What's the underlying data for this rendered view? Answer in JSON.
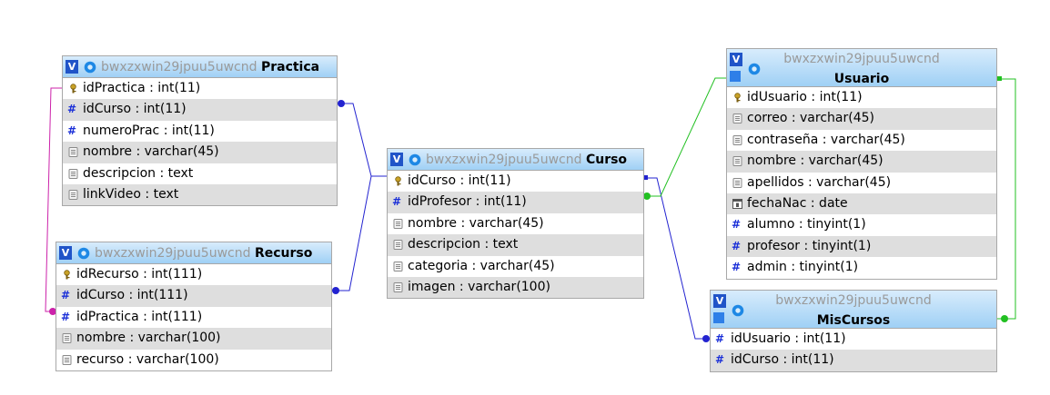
{
  "db_name": "bwxzxwin29jpuu5uwcnd",
  "header_button_label": "V",
  "tables": {
    "practica": {
      "name": "Practica",
      "columns": [
        {
          "icon": "key-icon",
          "text": "idPractica : int(11)"
        },
        {
          "icon": "hash-icon",
          "text": "idCurso : int(11)"
        },
        {
          "icon": "hash-icon",
          "text": "numeroPrac : int(11)"
        },
        {
          "icon": "text-icon",
          "text": "nombre : varchar(45)"
        },
        {
          "icon": "text-icon",
          "text": "descripcion : text"
        },
        {
          "icon": "text-icon",
          "text": "linkVideo : text"
        }
      ]
    },
    "recurso": {
      "name": "Recurso",
      "columns": [
        {
          "icon": "key-icon",
          "text": "idRecurso : int(111)"
        },
        {
          "icon": "hash-icon",
          "text": "idCurso : int(111)"
        },
        {
          "icon": "hash-icon",
          "text": "idPractica : int(111)"
        },
        {
          "icon": "text-icon",
          "text": "nombre : varchar(100)"
        },
        {
          "icon": "text-icon",
          "text": "recurso : varchar(100)"
        }
      ]
    },
    "curso": {
      "name": "Curso",
      "columns": [
        {
          "icon": "key-icon",
          "text": "idCurso : int(11)"
        },
        {
          "icon": "hash-icon",
          "text": "idProfesor : int(11)"
        },
        {
          "icon": "text-icon",
          "text": "nombre : varchar(45)"
        },
        {
          "icon": "text-icon",
          "text": "descripcion : text"
        },
        {
          "icon": "text-icon",
          "text": "categoria : varchar(45)"
        },
        {
          "icon": "text-icon",
          "text": "imagen : varchar(100)"
        }
      ]
    },
    "usuario": {
      "name": "Usuario",
      "columns": [
        {
          "icon": "key-icon",
          "text": "idUsuario : int(11)"
        },
        {
          "icon": "text-icon",
          "text": "correo : varchar(45)"
        },
        {
          "icon": "text-icon",
          "text": "contraseña : varchar(45)"
        },
        {
          "icon": "text-icon",
          "text": "nombre : varchar(45)"
        },
        {
          "icon": "text-icon",
          "text": "apellidos : varchar(45)"
        },
        {
          "icon": "date-icon",
          "text": "fechaNac : date"
        },
        {
          "icon": "hash-icon",
          "text": "alumno : tinyint(1)"
        },
        {
          "icon": "hash-icon",
          "text": "profesor : tinyint(1)"
        },
        {
          "icon": "hash-icon",
          "text": "admin : tinyint(1)"
        }
      ]
    },
    "miscursos": {
      "name": "MisCursos",
      "columns": [
        {
          "icon": "hash-icon",
          "text": "idUsuario : int(11)"
        },
        {
          "icon": "hash-icon",
          "text": "idCurso : int(11)"
        }
      ]
    }
  },
  "colors": {
    "relation_blue": "#2323d0",
    "relation_green": "#22c022",
    "relation_magenta": "#cc22aa",
    "header_gradient_top": "#d8ecfc",
    "header_gradient_bottom": "#9fd0f5",
    "row_alt": "#dedede"
  }
}
